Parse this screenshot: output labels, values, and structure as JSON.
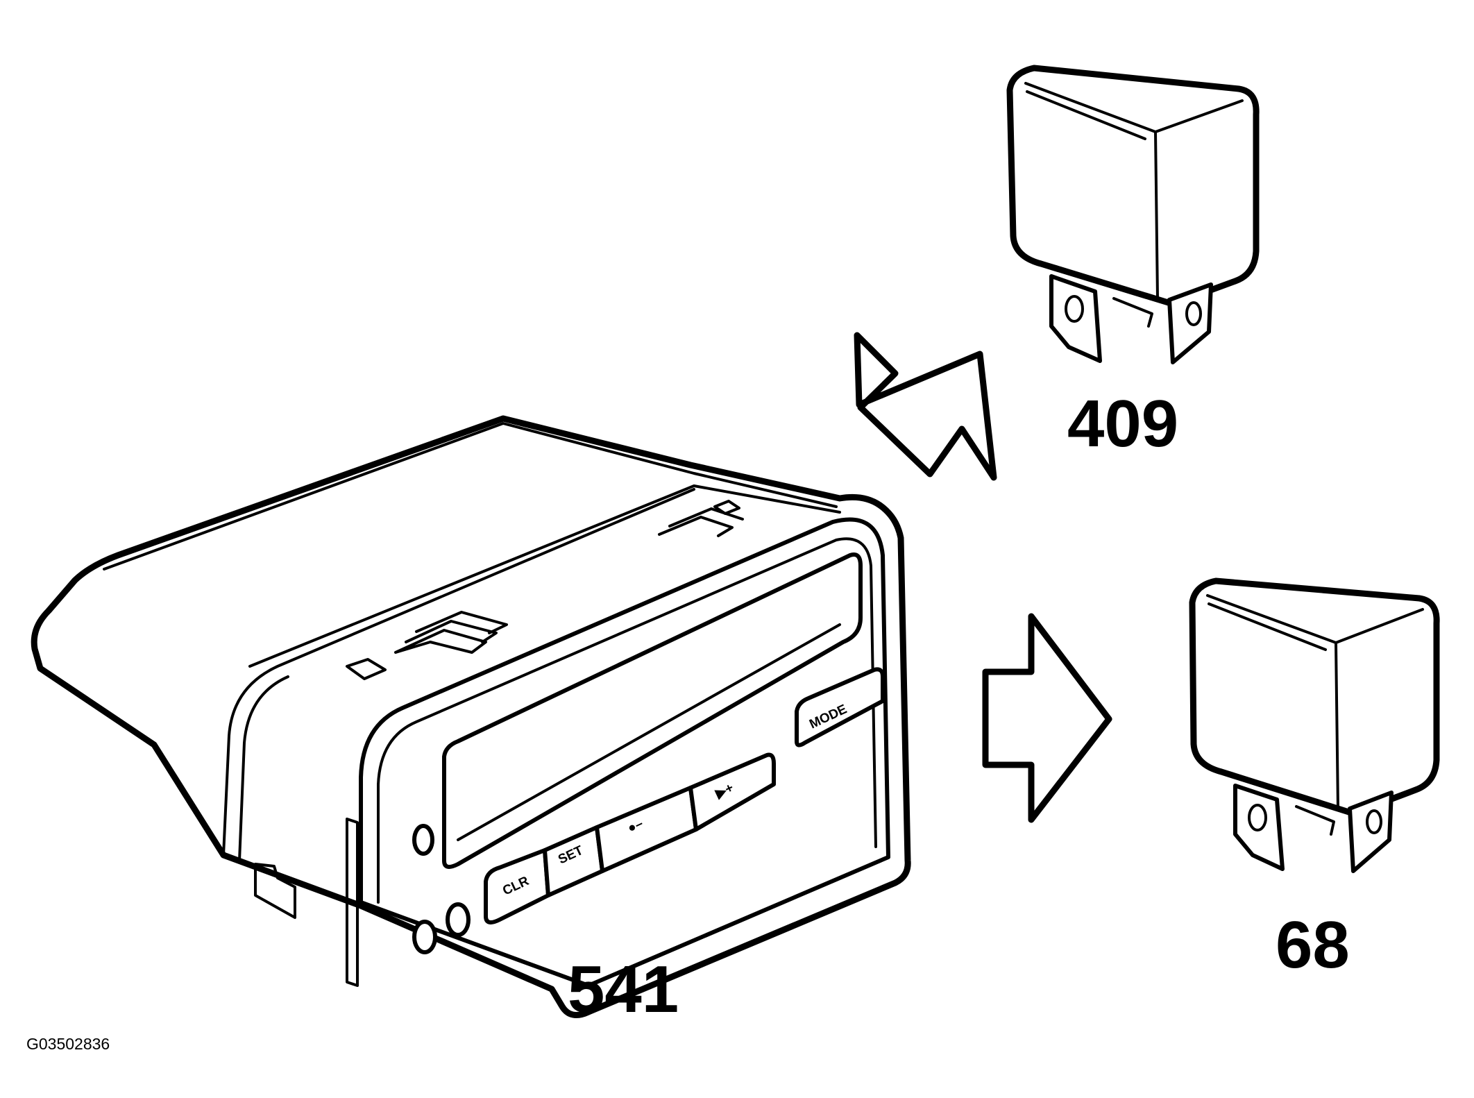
{
  "labels": {
    "module": "541",
    "relay_top": "409",
    "relay_bottom": "68"
  },
  "module_buttons": {
    "clr": "CLR",
    "set": "SET",
    "minus": "●–",
    "plus": "▶+",
    "mode": "MODE"
  },
  "figure_id": "G03502836",
  "colors": {
    "line": "#000000",
    "background": "#ffffff"
  }
}
